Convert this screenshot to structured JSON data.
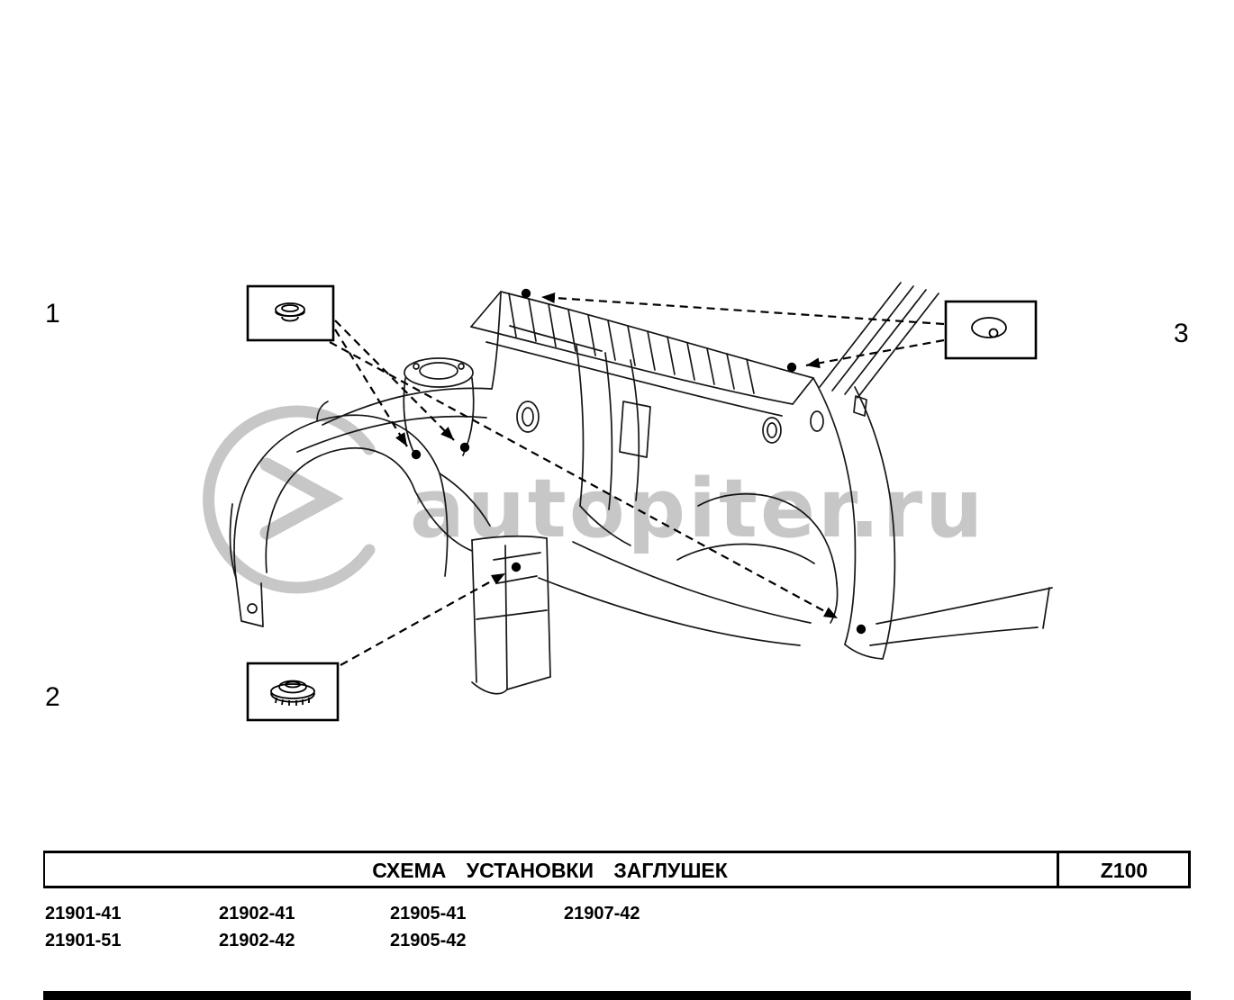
{
  "watermark": {
    "text": "autopiter.ru",
    "logo": "autopiter-a-logo"
  },
  "callouts": {
    "c1": "1",
    "c2": "2",
    "c3": "3"
  },
  "icons": {
    "callout1": "round-plug-cap-icon",
    "callout2": "ribbed-plug-grommet-icon",
    "callout3": "oval-plug-icon"
  },
  "table": {
    "title": "СХЕМА УСТАНОВКИ ЗАГЛУШЕК",
    "code": "Z100",
    "parts_row1": [
      "21901-41",
      "21902-41",
      "21905-41",
      "21907-42"
    ],
    "parts_row2": [
      "21901-51",
      "21902-42",
      "21905-42"
    ]
  }
}
